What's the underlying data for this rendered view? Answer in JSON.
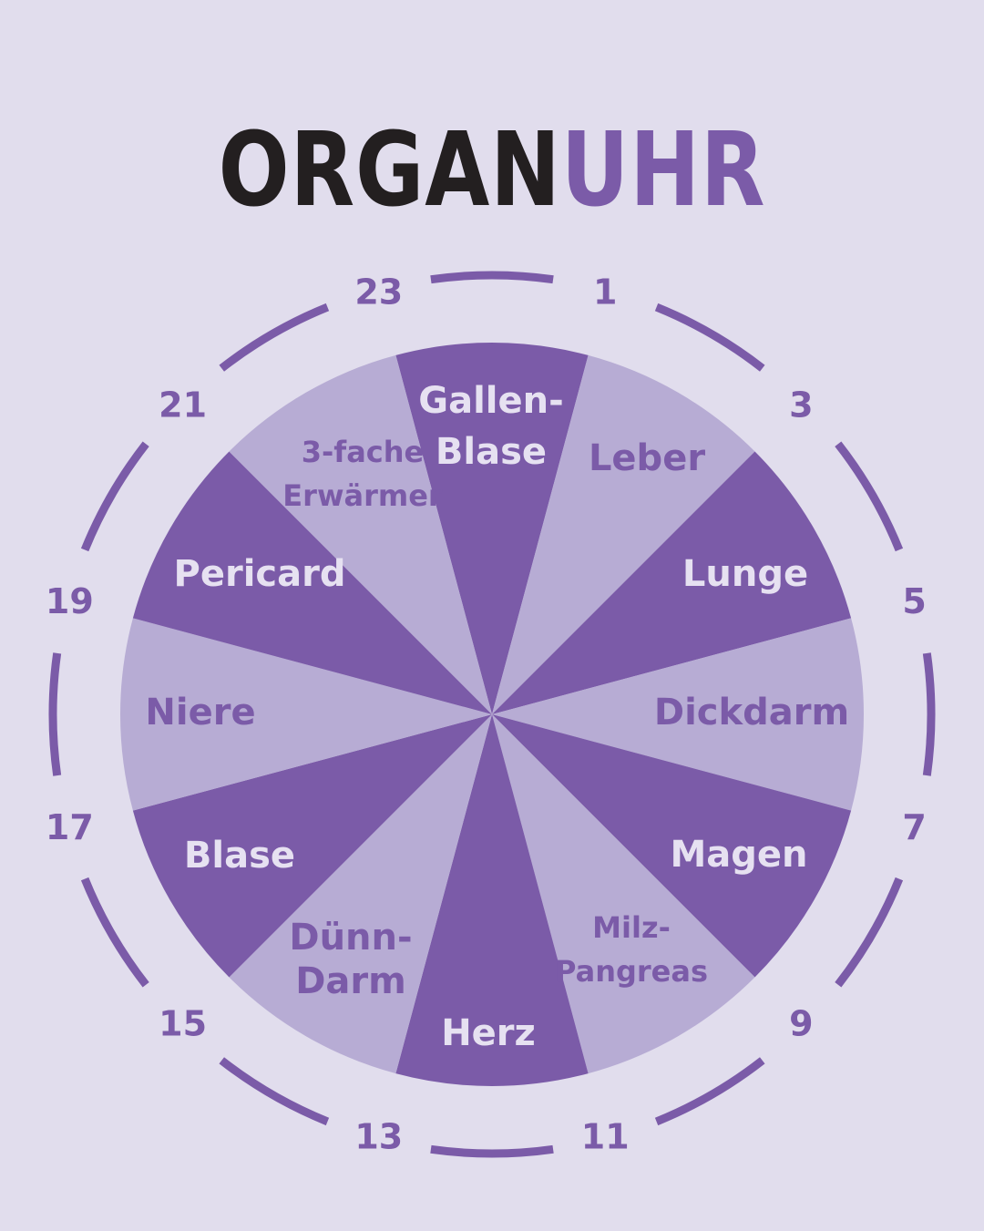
{
  "title": {
    "part1": "ORGAN",
    "part2": "UHR"
  },
  "colors": {
    "background": "#e1dded",
    "dark": "#231f20",
    "accent": "#7b5ba8",
    "slice_dark": "#7b5ba8",
    "slice_light": "#b7acd4",
    "label_on_dark": "#e6e1f1",
    "label_on_light": "#7b5ba8"
  },
  "hours": [
    "23",
    "1",
    "3",
    "5",
    "7",
    "9",
    "11",
    "13",
    "15",
    "17",
    "19",
    "21"
  ],
  "organs": [
    {
      "lines": [
        "Gallen-",
        "Blase"
      ],
      "shade": "dark"
    },
    {
      "lines": [
        "Leber"
      ],
      "shade": "light"
    },
    {
      "lines": [
        "Lunge"
      ],
      "shade": "dark"
    },
    {
      "lines": [
        "Dickdarm"
      ],
      "shade": "light"
    },
    {
      "lines": [
        "Magen"
      ],
      "shade": "dark"
    },
    {
      "lines": [
        "Milz-",
        "Pangreas"
      ],
      "shade": "light"
    },
    {
      "lines": [
        "Herz"
      ],
      "shade": "dark"
    },
    {
      "lines": [
        "Dünn-",
        "Darm"
      ],
      "shade": "light"
    },
    {
      "lines": [
        "Blase"
      ],
      "shade": "dark"
    },
    {
      "lines": [
        "Niere"
      ],
      "shade": "light"
    },
    {
      "lines": [
        "Pericard"
      ],
      "shade": "dark"
    },
    {
      "lines": [
        "3-fache",
        "Erwärmer"
      ],
      "shade": "light"
    }
  ]
}
